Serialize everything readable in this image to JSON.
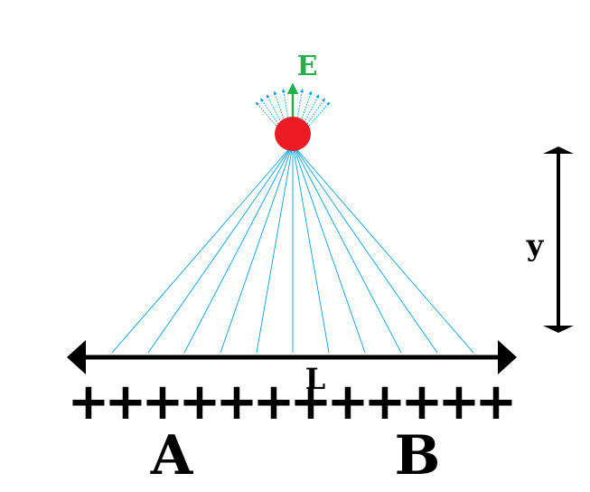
{
  "labels": {
    "field": "E",
    "height": "y",
    "length": "L",
    "left_point": "A",
    "right_point": "B"
  },
  "charges": {
    "symbol": "+",
    "count": 12
  },
  "field_lines": {
    "count": 11
  },
  "colors": {
    "charge_ball": "#ed1c24",
    "field_vector": "#22b14c",
    "field_lines": "#00a2e8",
    "ink": "#000000"
  }
}
